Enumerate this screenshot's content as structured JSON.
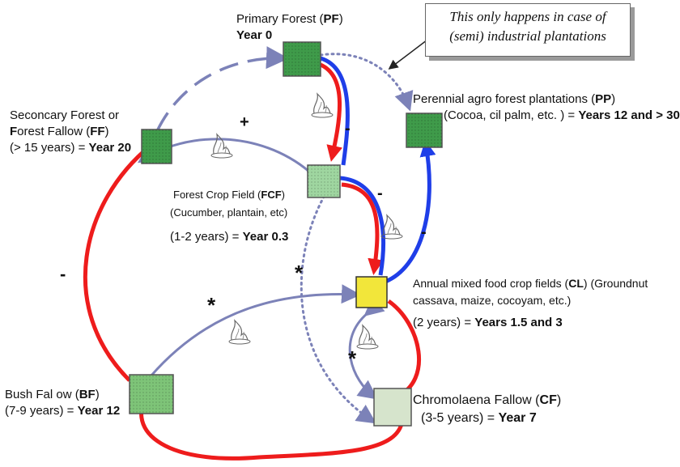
{
  "nodes": {
    "pf": {
      "name": "Primary Forest (",
      "abbr": "PF",
      "close": ")",
      "year": "Year 0",
      "color": "#3f9b4a"
    },
    "ff": {
      "line1": "Seconcary Forest or",
      "line2_abbr": "F",
      "line2_rest": "orest Fallow (",
      "abbr": "FF",
      "close": ")",
      "line3": "(> 15 years) = ",
      "year": "Year 20",
      "color": "#3f9b4a"
    },
    "pp": {
      "line1": "Perennial agro forest plantations (",
      "abbr": "PP",
      "close": ")",
      "line2": "(Cocoa, cil palm, etc. ) = ",
      "year": "Years 12 and > 30",
      "color": "#3f9b4a"
    },
    "fcf": {
      "line1": "Forest Crop Field (",
      "abbr": "FCF",
      "close": ")",
      "line2": "(Cucumber, plantain, etc)",
      "line3": "(1-2 years) = ",
      "year": "Year 0.3",
      "color": "#9fd6a0"
    },
    "cl": {
      "line1": "Annual mixed food crop fields (",
      "abbr": "CL",
      "close": ") (Groundnut",
      "line2": "cassava, maize, cocoyam, etc.)",
      "line3": "(2 years) = ",
      "year": "Years 1.5 and 3",
      "color": "#f2e63a"
    },
    "bf": {
      "line1": "Bush Fal ow (",
      "abbr": "BF",
      "close": ")",
      "line2": "(7-9 years) = ",
      "year": "Year 12",
      "color": "#7ec478"
    },
    "cf": {
      "line1": "Chromolaena Fallow (",
      "abbr": "CF",
      "close": ")",
      "line2": "(3-5 years) = ",
      "year": "Year 7",
      "color": "#d6e4cc"
    }
  },
  "signs": {
    "plus": "+",
    "minus": "-",
    "asterisk": "*"
  },
  "callout": {
    "line1": "This only happens in case of",
    "line2": "(semi) industrial plantations"
  },
  "colors": {
    "red": "#ee1c1c",
    "blue": "#1f3ee8",
    "gray_arrow": "#7c82b8",
    "dotted": "#7c82b8",
    "box_border": "#555555"
  }
}
